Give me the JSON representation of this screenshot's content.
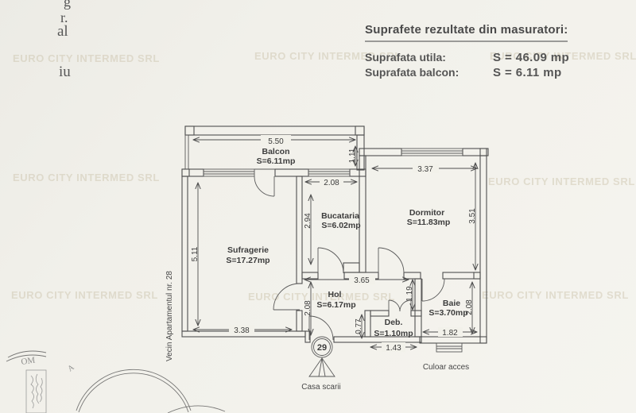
{
  "header": {
    "title": "Suprafete rezultate din masuratori:",
    "measurements": [
      {
        "label": "Suprafata utila:",
        "value": "S = 46.09 mp"
      },
      {
        "label": "Suprafata balcon:",
        "value": "S = 6.11 mp"
      }
    ]
  },
  "watermark_text": "EURO CITY INTERMED SRL",
  "page_edge_fragments": [
    "g",
    "r.",
    "al",
    "iu"
  ],
  "stamp": {
    "arc_text": "OM",
    "letter": "A"
  },
  "plan": {
    "rooms": [
      {
        "name": "Balcon",
        "area": "S=6.11mp"
      },
      {
        "name": "Sufragerie",
        "area": "S=17.27mp"
      },
      {
        "name": "Bucataria",
        "area": "S=6.02mp"
      },
      {
        "name": "Dormitor",
        "area": "S=11.83mp"
      },
      {
        "name": "Hol",
        "area": "S=6.17mp"
      },
      {
        "name": "Deb.",
        "area": "S=1.10mp"
      },
      {
        "name": "Baie",
        "area": "S=3.70mp"
      }
    ],
    "dims": {
      "balcon_w": "5.50",
      "balcon_d": "1.11",
      "buc_w": "2.08",
      "buc_d": "2.94",
      "dorm_w": "3.37",
      "dorm_d": "3.51",
      "suf_d": "5.11",
      "suf_w": "3.38",
      "hol_w": "3.65",
      "hol_d": "2.08",
      "baie_gap": "1.19",
      "baie_d": "2.08",
      "baie_w": "1.82",
      "deb_d": "0.77",
      "deb_w": "1.43"
    },
    "labels": {
      "neighbor": "Vecin Apartamentul nr. 28",
      "unit_number": "29",
      "staircase": "Casa scarii",
      "corridor": "Culoar acces"
    }
  }
}
